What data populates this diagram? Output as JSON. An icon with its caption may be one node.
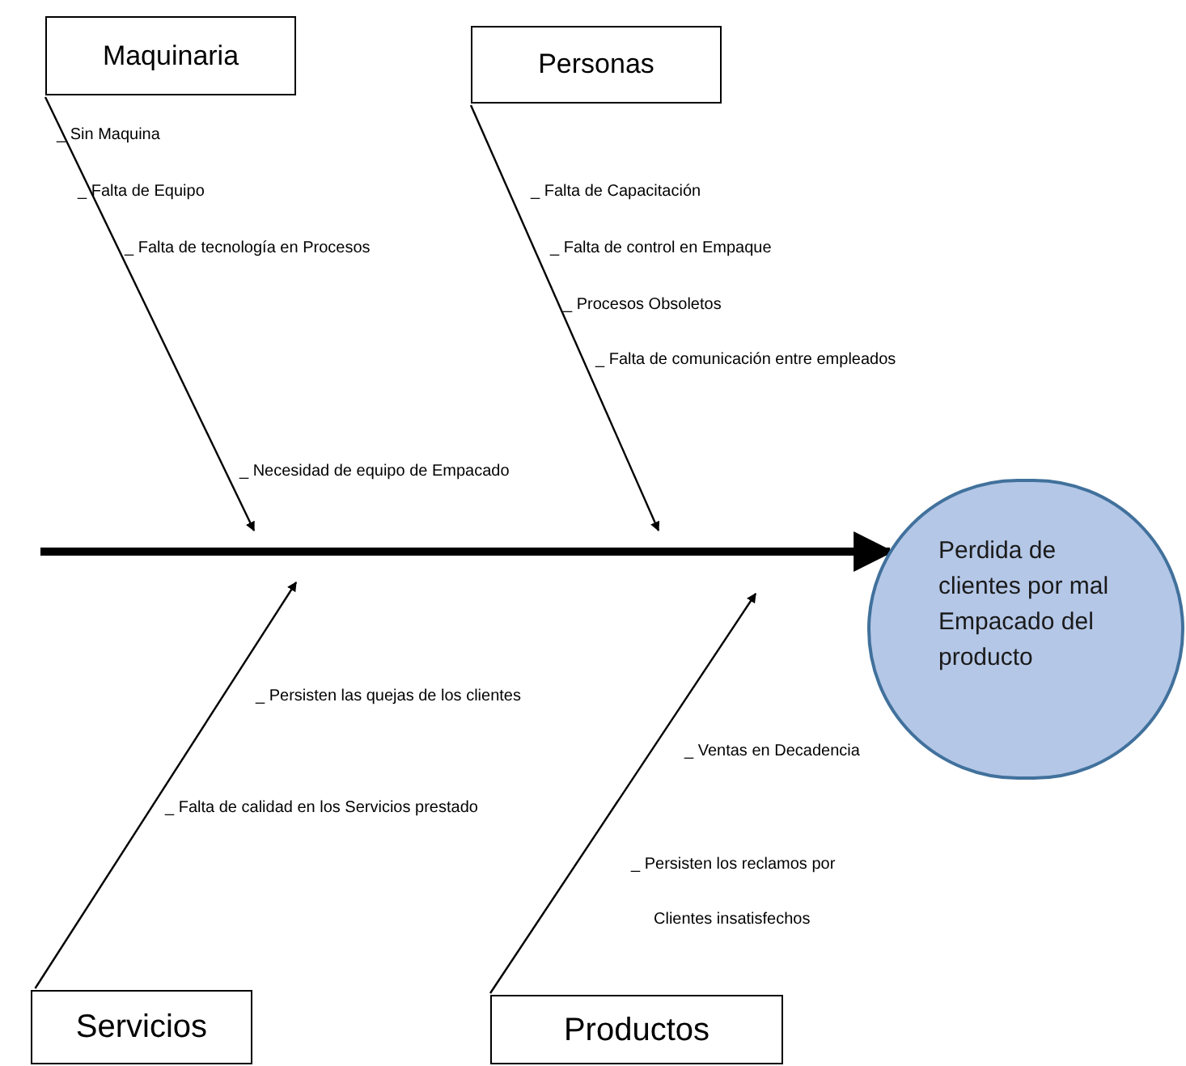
{
  "diagram": {
    "nodes": [
      {
        "text": [
          "Maquinaria"
        ]
      },
      {
        "text": [
          "Personas"
        ]
      },
      {
        "text": [
          "Servicios"
        ]
      },
      {
        "text": [
          "Productos"
        ]
      },
      {
        "text": [
          "Perdida de clientes por mal Empacado del producto"
        ]
      }
    ],
    "edges": [
      {
        "from": null,
        "to": 4,
        "arrow": "to",
        "style": "thick"
      },
      {
        "from": 0,
        "to": null,
        "arrow": "to"
      },
      {
        "from": 1,
        "to": null,
        "arrow": "to"
      },
      {
        "from": 2,
        "to": null,
        "arrow": "to"
      },
      {
        "from": 3,
        "to": null,
        "arrow": "to"
      }
    ],
    "labels": [
      "_ Sin Maquina",
      "_ Falta de Equipo",
      "_ Falta de tecnología en Procesos",
      "_ Falta de Capacitación",
      "_ Falta de control en Empaque",
      "_ Procesos Obsoletos",
      "_ Falta de comunicación entre empleados",
      "_ Necesidad de equipo de Empacado",
      "_ Persisten las quejas de los clientes",
      "_ Ventas en Decadencia",
      "_ Falta de calidad en los Servicios prestado",
      "_ Persisten los reclamos por",
      "Clientes insatisfechos"
    ]
  }
}
